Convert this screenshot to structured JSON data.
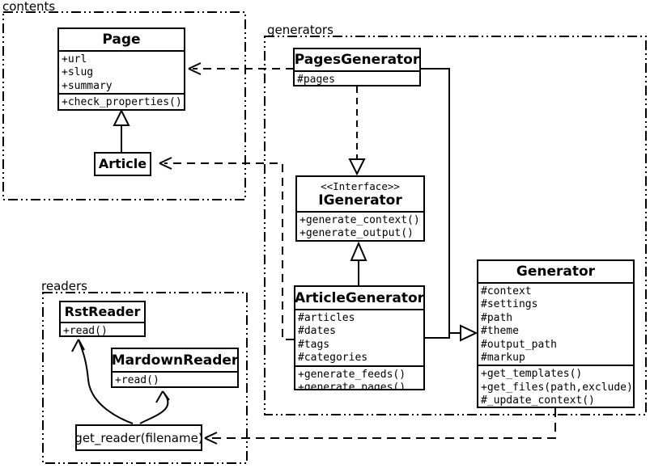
{
  "diagram_type": "uml-class-diagram",
  "colors": {
    "line": "#000000",
    "background": "#ffffff"
  },
  "packages": {
    "contents": {
      "label": "contents"
    },
    "generators": {
      "label": "generators"
    },
    "readers": {
      "label": "readers"
    }
  },
  "classes": {
    "page": {
      "title": "Page",
      "attributes": [
        "+url",
        "+slug",
        "+summary"
      ],
      "methods": [
        "+check_properties()"
      ]
    },
    "article": {
      "title": "Article"
    },
    "pages_generator": {
      "title": "PagesGenerator",
      "attributes": [
        "#pages"
      ]
    },
    "igenerator": {
      "stereotype": "<<Interface>>",
      "title": "IGenerator",
      "methods": [
        "+generate_context()",
        "+generate_output()"
      ]
    },
    "article_generator": {
      "title": "ArticleGenerator",
      "attributes": [
        "#articles",
        "#dates",
        "#tags",
        "#categories"
      ],
      "methods": [
        "+generate_feeds()",
        "+generate_pages()"
      ]
    },
    "generator": {
      "title": "Generator",
      "attributes": [
        "#context",
        "#settings",
        "#path",
        "#theme",
        "#output_path",
        "#markup"
      ],
      "methods": [
        "+get_templates()",
        "+get_files(path,exclude)",
        "#_update_context()"
      ]
    },
    "rst_reader": {
      "title": "RstReader",
      "methods": [
        "+read()"
      ]
    },
    "markdown_reader": {
      "title": "MardownReader",
      "methods": [
        "+read()"
      ]
    },
    "get_reader": {
      "title": "get_reader(filename)"
    }
  },
  "relations": [
    {
      "from": "Article",
      "to": "Page",
      "type": "inheritance"
    },
    {
      "from": "PagesGenerator",
      "to": "Page",
      "type": "dependency"
    },
    {
      "from": "ArticleGenerator",
      "to": "Article",
      "type": "dependency"
    },
    {
      "from": "PagesGenerator",
      "to": "IGenerator",
      "type": "realization"
    },
    {
      "from": "ArticleGenerator",
      "to": "IGenerator",
      "type": "inheritance"
    },
    {
      "from": "PagesGenerator",
      "to": "Generator",
      "type": "inheritance"
    },
    {
      "from": "ArticleGenerator",
      "to": "Generator",
      "type": "inheritance"
    },
    {
      "from": "Generator",
      "to": "get_reader(filename)",
      "type": "dependency"
    },
    {
      "from": "get_reader(filename)",
      "to": "RstReader",
      "type": "call"
    },
    {
      "from": "get_reader(filename)",
      "to": "MardownReader",
      "type": "call"
    }
  ]
}
